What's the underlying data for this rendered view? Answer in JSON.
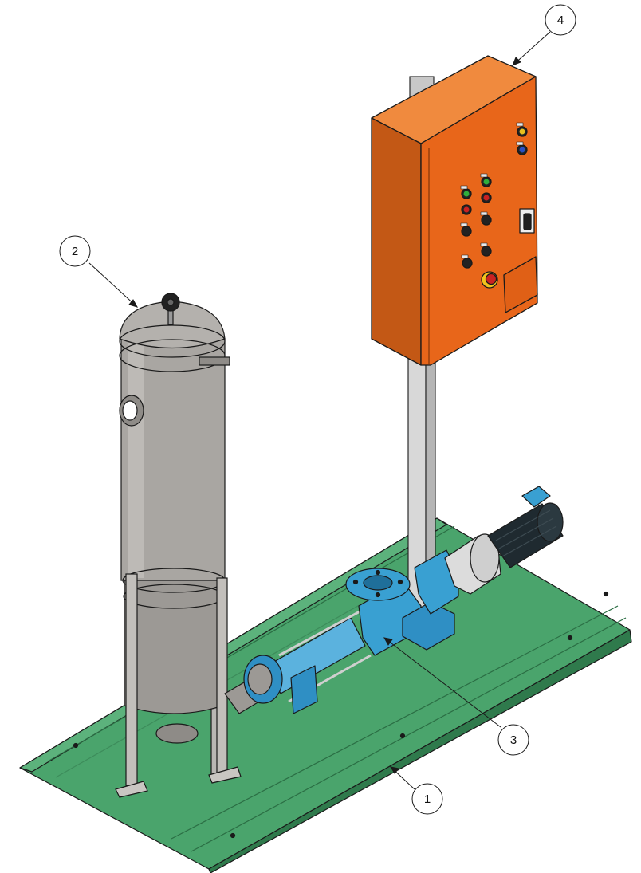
{
  "callouts": [
    {
      "label": "1"
    },
    {
      "label": "2"
    },
    {
      "label": "3"
    },
    {
      "label": "4"
    }
  ],
  "colors": {
    "base_plate": "#4aa46c",
    "base_plate_dark": "#2f7a4c",
    "filter_housing": "#a9a6a2",
    "filter_dark": "#6f6c69",
    "pump": "#39a0d2",
    "pump_dark": "#1f6f9a",
    "control_box": "#e8661a",
    "control_box_dark": "#b84f12",
    "motor": "#1f2a30",
    "stand": "#cfcfcf",
    "outline": "#1a1a1a"
  }
}
